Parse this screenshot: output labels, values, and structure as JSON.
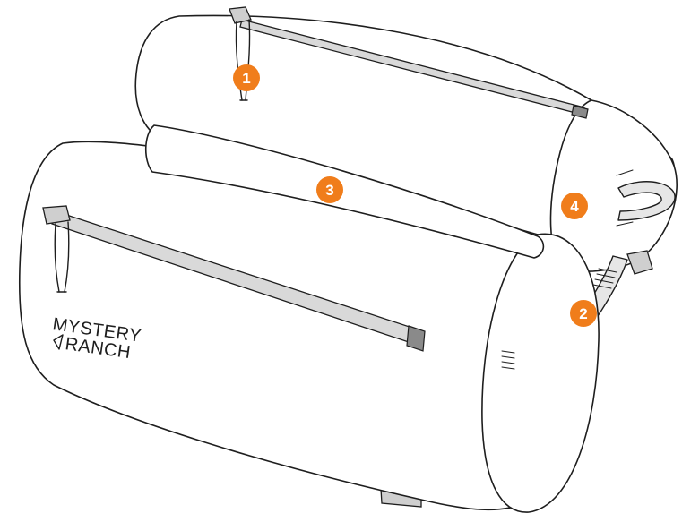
{
  "figure": {
    "callout_color": "#f07d1b",
    "callouts": [
      {
        "label": "1",
        "part": "top-bag-zipper-pull"
      },
      {
        "label": "2",
        "part": "compression-strap"
      },
      {
        "label": "3",
        "part": "center-panel"
      },
      {
        "label": "4",
        "part": "side-handle"
      }
    ],
    "logo": {
      "line1": "MYSTERY",
      "line2": "RANCH",
      "icon": "ranch-mark-icon"
    }
  }
}
